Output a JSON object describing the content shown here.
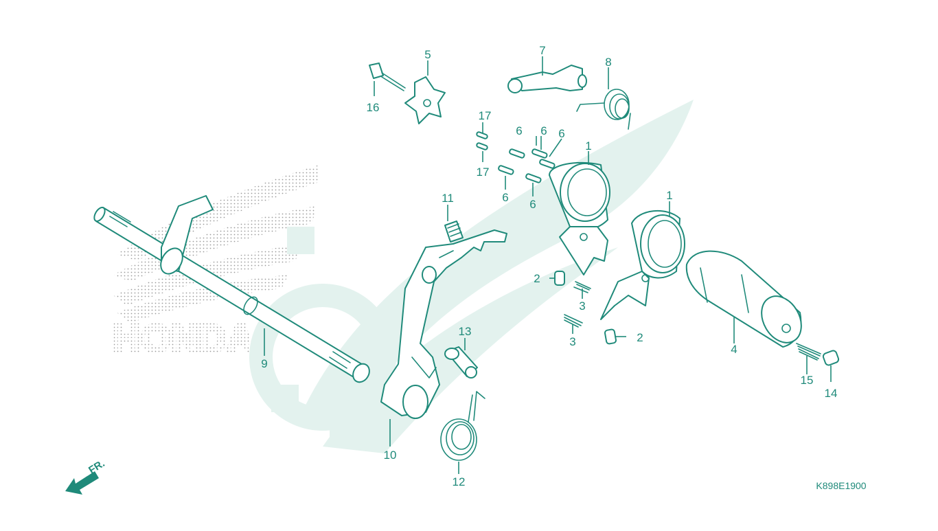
{
  "diagram": {
    "code": "K898E1900",
    "front_marker": "FR.",
    "colors": {
      "line": "#1f8a7a",
      "watermark": "#e3f2ee",
      "logo": "#7f7f7f"
    },
    "labels": {
      "shift_fork_a": "1",
      "shift_fork_b": "1",
      "guide_pin_a": "2",
      "guide_pin_b": "2",
      "cotter_pin_a": "3",
      "cotter_pin_b": "3",
      "shift_drum": "4",
      "drum_stopper_cam": "5",
      "pin_a": "6",
      "pin_b": "6",
      "pin_c": "6",
      "pin_d": "6",
      "pin_e": "6",
      "stopper_arm": "7",
      "stopper_spring": "8",
      "shift_spindle": "9",
      "shift_arm": "10",
      "arm_spring": "11",
      "return_spring": "12",
      "pivot_bolt": "13",
      "neutral_contact": "14",
      "contact_spring": "15",
      "cam_bolt": "16",
      "dowel_pin_a": "17",
      "dowel_pin_b": "17"
    }
  }
}
